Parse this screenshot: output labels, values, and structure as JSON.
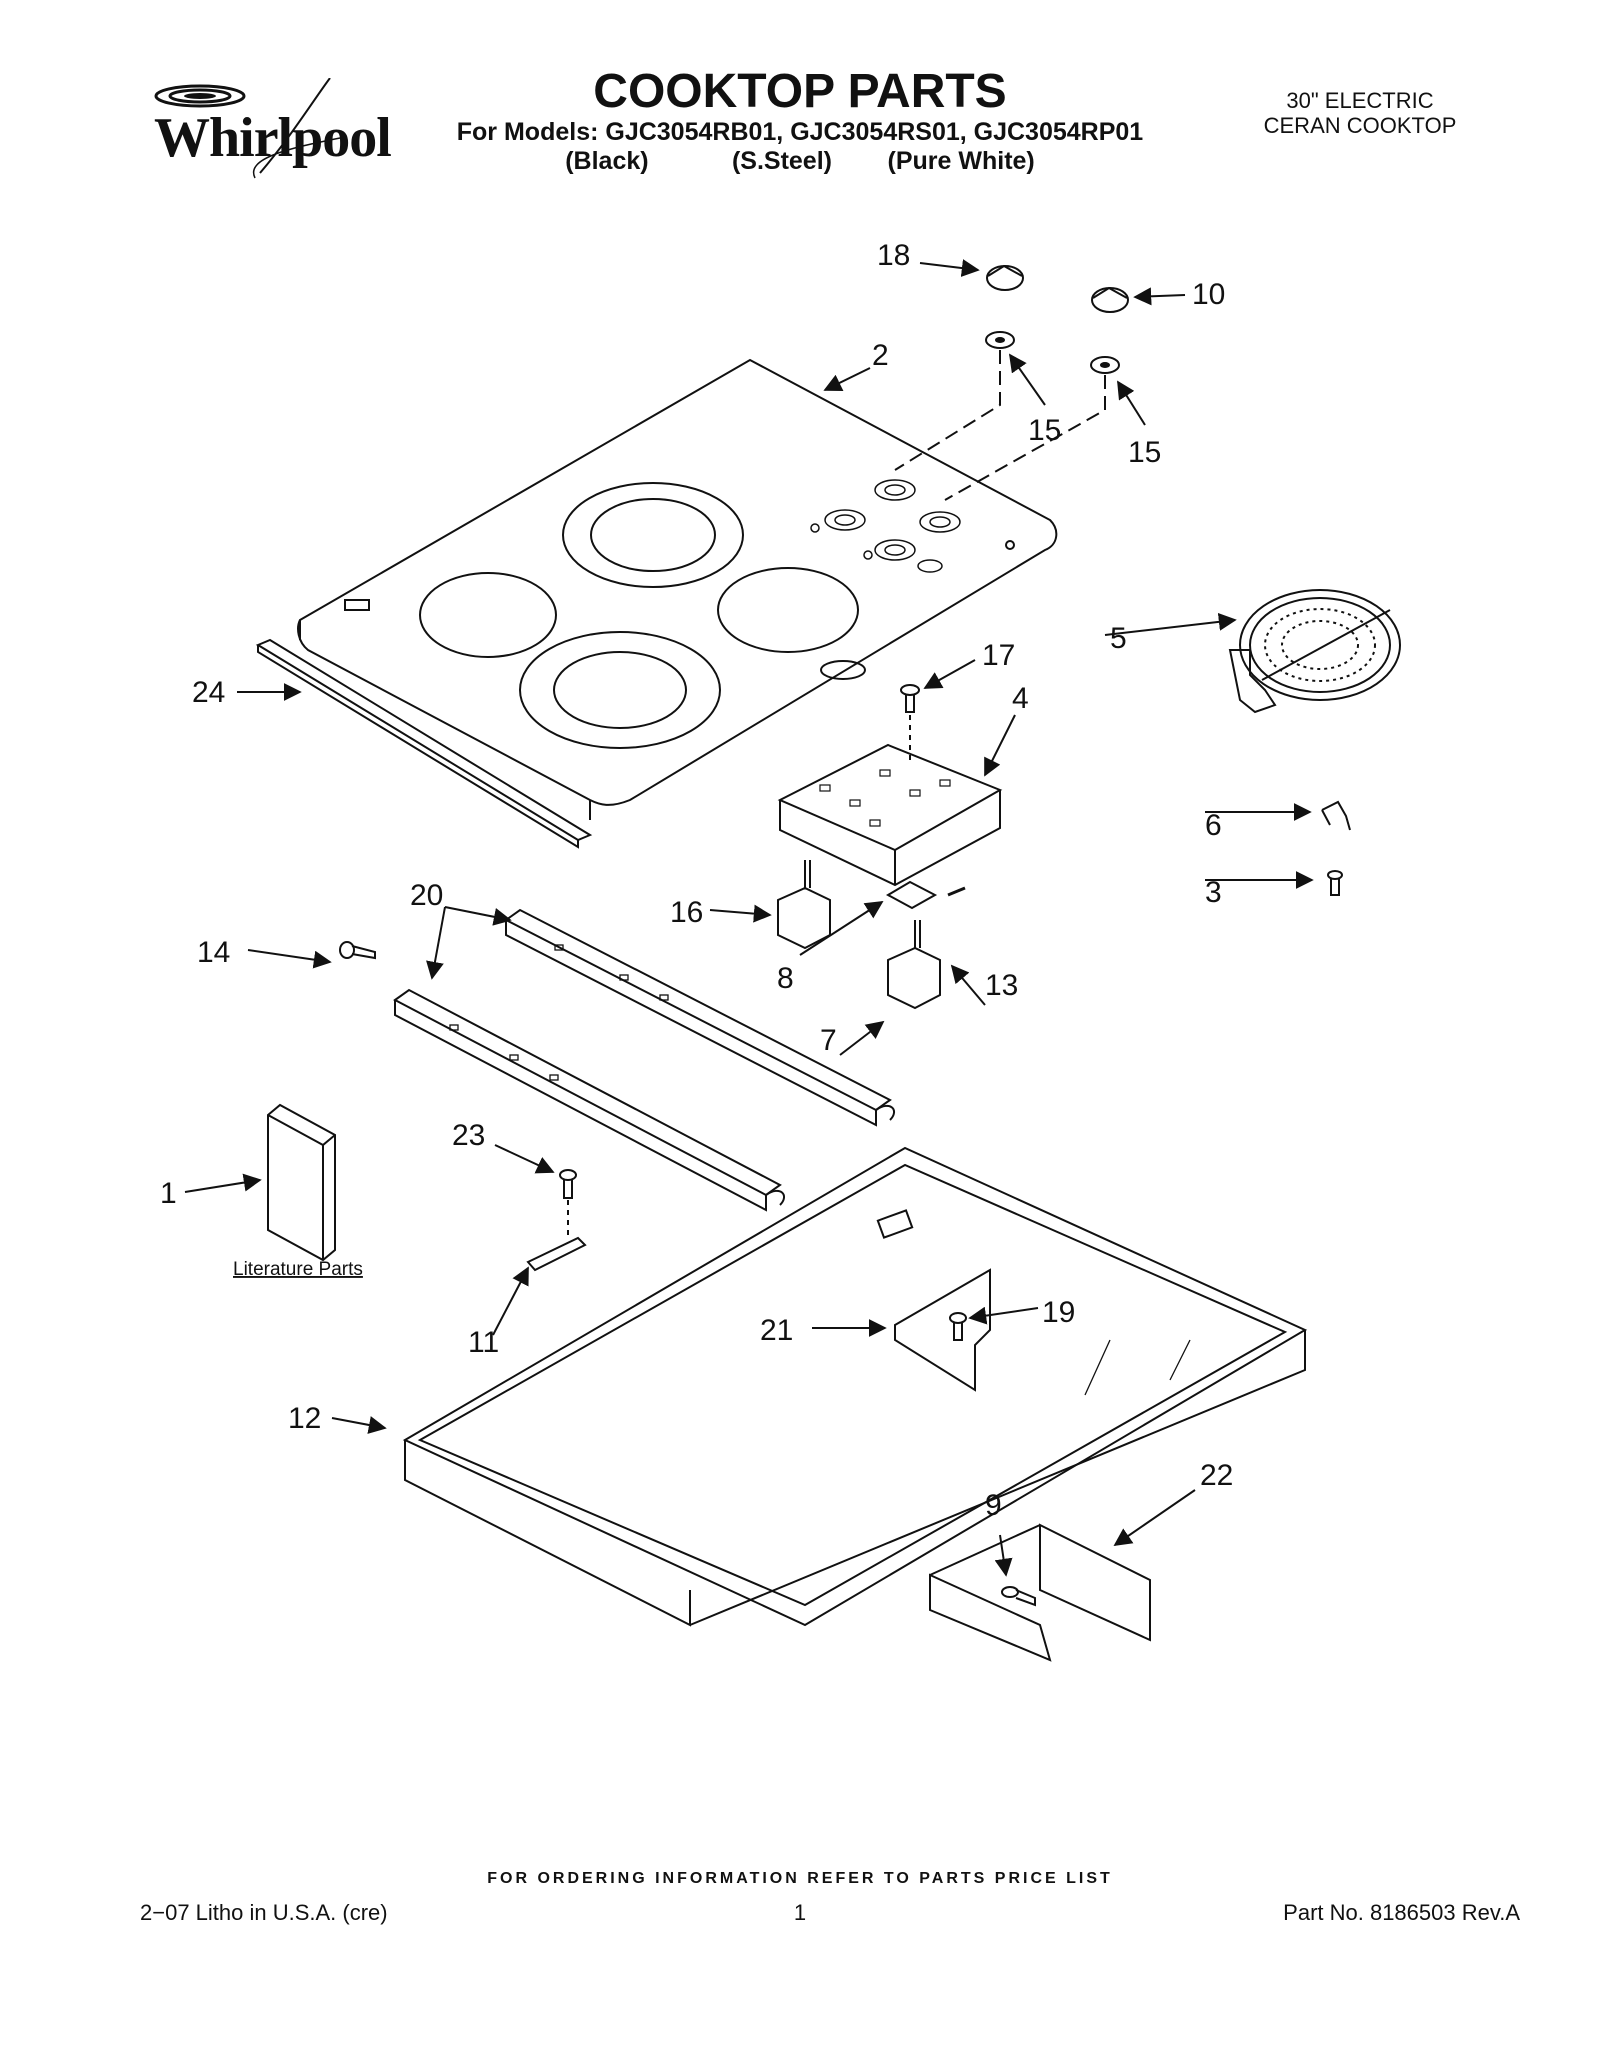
{
  "header": {
    "brand": "Whirlpool",
    "title": "COOKTOP PARTS",
    "models_line": "For Models: GJC3054RB01, GJC3054RS01, GJC3054RP01",
    "colors_line": "(Black)            (S.Steel)        (Pure White)",
    "product_type_line1": "30\" ELECTRIC",
    "product_type_line2": "CERAN COOKTOP"
  },
  "diagram": {
    "callouts": [
      "18",
      "10",
      "2",
      "15",
      "15",
      "5",
      "17",
      "4",
      "24",
      "6",
      "3",
      "20",
      "16",
      "14",
      "8",
      "13",
      "7",
      "23",
      "1",
      "11",
      "21",
      "19",
      "12",
      "9",
      "22"
    ],
    "literature_label": "Literature Parts"
  },
  "footer": {
    "ordering_note": "FOR ORDERING INFORMATION REFER TO PARTS PRICE LIST",
    "litho": "2−07 Litho in U.S.A. (cre)",
    "page_number": "1",
    "part_number": "Part No. 8186503 Rev.A"
  },
  "colors": {
    "ink": "#111111",
    "paper": "#ffffff"
  }
}
